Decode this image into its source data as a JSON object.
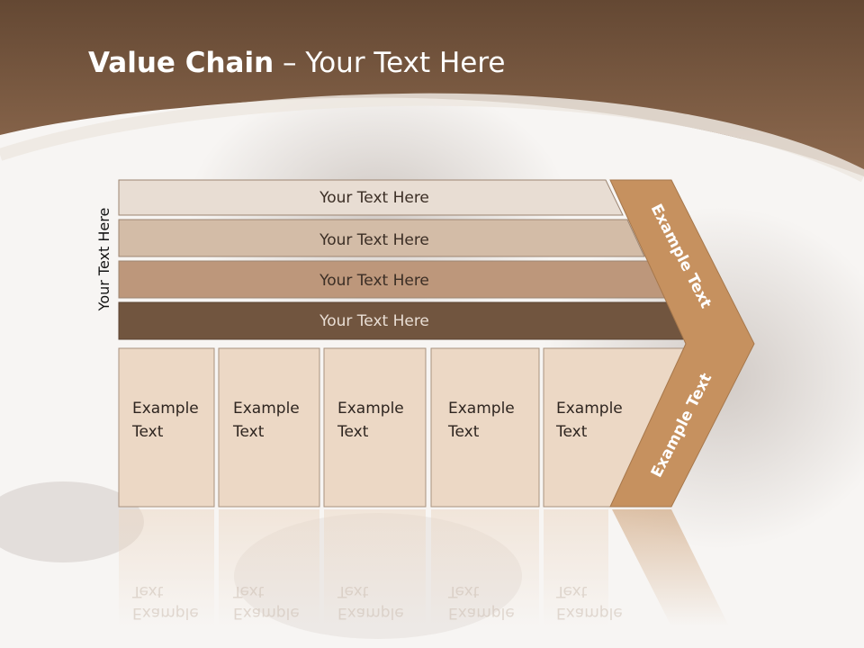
{
  "slide": {
    "title_bold": "Value Chain",
    "title_rest": " – Your Text Here",
    "side_label": "Your Text Here"
  },
  "bars": [
    {
      "label": "Your Text Here"
    },
    {
      "label": "Your Text Here"
    },
    {
      "label": "Your Text Here"
    },
    {
      "label": "Your Text Here"
    }
  ],
  "boxes": [
    {
      "line1": "Example",
      "line2": "Text"
    },
    {
      "line1": "Example",
      "line2": "Text"
    },
    {
      "line1": "Example",
      "line2": "Text"
    },
    {
      "line1": "Example",
      "line2": "Text"
    },
    {
      "line1": "Example",
      "line2": "Text"
    }
  ],
  "chevron": {
    "upper_label": "Example Text",
    "lower_label": "Example Text"
  },
  "colors": {
    "header_brown": "#7e5a40",
    "bar1": "#e8ddd3",
    "bar2": "#d3bca7",
    "bar3": "#bd977b",
    "bar4": "#71553f",
    "box_fill": "#ecd8c5",
    "chevron_fill": "#c6915f"
  }
}
